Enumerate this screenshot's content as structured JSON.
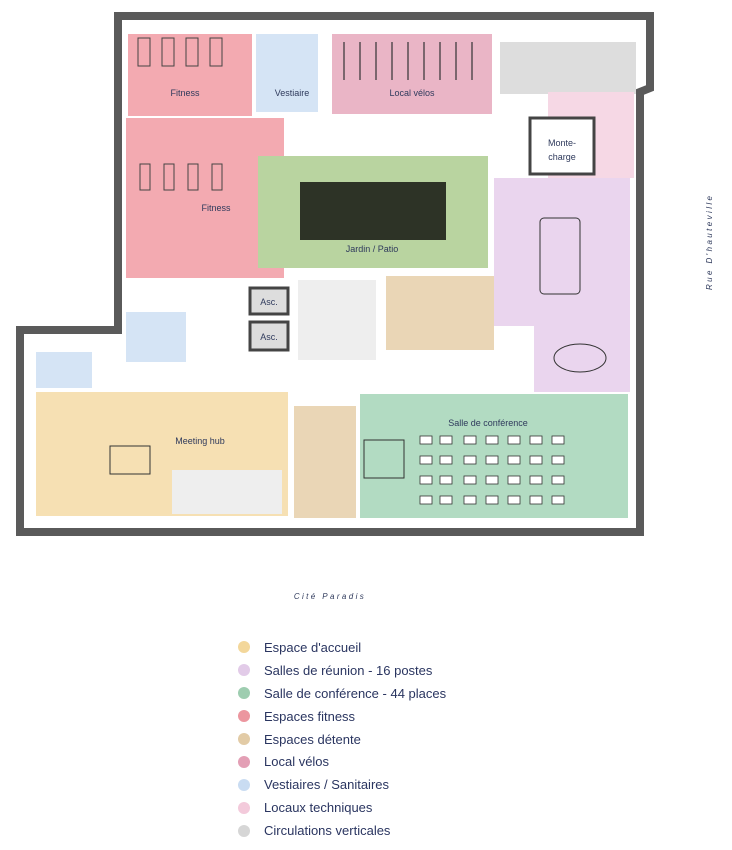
{
  "rooms": {
    "fitness_top": "Fitness",
    "vestiaire": "Vestiaire",
    "local_velos": "Local vélos",
    "monte_charge_line1": "Monte-",
    "monte_charge_line2": "charge",
    "fitness_main": "Fitness",
    "jardin": "Jardin / Patio",
    "asc1": "Asc.",
    "asc2": "Asc.",
    "meeting_hub": "Meeting hub",
    "salle_conference": "Salle de conférence"
  },
  "streets": {
    "bottom": "Cité Paradis",
    "right": "Rue D'hauteville"
  },
  "legend": [
    {
      "label": "Espace d'accueil",
      "color": "#f3d79b"
    },
    {
      "label": "Salles de réunion - 16 postes",
      "color": "#e2cbe8"
    },
    {
      "label": "Salle de conférence - 44 places",
      "color": "#9ecdb0"
    },
    {
      "label": "Espaces fitness",
      "color": "#ec969f"
    },
    {
      "label": "Espaces détente",
      "color": "#e2cba6"
    },
    {
      "label": "Local vélos",
      "color": "#e39fb5"
    },
    {
      "label": "Vestiaires / Sanitaires",
      "color": "#c9dcf2"
    },
    {
      "label": "Locaux techniques",
      "color": "#f3cadb"
    },
    {
      "label": "Circulations verticales",
      "color": "#d6d6d6"
    }
  ],
  "colors": {
    "wall": "#5a5a5a",
    "accueil": "#f6e0b3",
    "reunion": "#ead5ee",
    "conference": "#b2dbc2",
    "fitness": "#f3aab1",
    "detente": "#ead6b6",
    "velos": "#eab5c6",
    "vestiaires": "#d5e4f5",
    "techniques": "#f6d8e5",
    "circulation": "#dddddd",
    "jardin": "#b9d4a0"
  }
}
